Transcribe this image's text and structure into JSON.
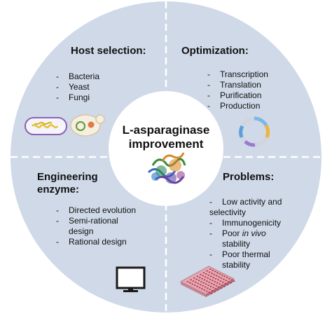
{
  "colors": {
    "disc": "#cfd9e8",
    "center": "#ffffff",
    "divider": "#ffffff",
    "plate": "#d98f9c",
    "plate_dot": "#b23045"
  },
  "center": {
    "title_line1": "L-asparaginase",
    "title_line2": "improvement",
    "image": "protein-structure"
  },
  "quadrants": {
    "host_selection": {
      "heading": "Host selection:",
      "items": [
        "Bacteria",
        "Yeast",
        "Fungi"
      ],
      "icons": [
        "bacterium-icon",
        "yeast-cell-icon"
      ]
    },
    "optimization": {
      "heading": "Optimization:",
      "items": [
        "Transcription",
        "Translation",
        "Purification",
        "Production"
      ],
      "icons": [
        "plasmid-icon"
      ]
    },
    "engineering": {
      "heading_line1": "Engineering",
      "heading_line2": "enzyme:",
      "items": [
        "Directed evolution",
        "Semi-rational",
        "design",
        "Rational design"
      ],
      "icons": [
        "computer-monitor-icon"
      ]
    },
    "problems": {
      "heading": "Problems:",
      "item1_line1": "Low activity and",
      "item1_line2": "selectivity",
      "item2": "Immunogenicity",
      "item3_prefix": "Poor ",
      "item3_emph": "in vivo",
      "item3_line2": "stability",
      "item4_line1": "Poor thermal",
      "item4_line2": "stability",
      "icons": [
        "well-plate-icon"
      ]
    }
  }
}
